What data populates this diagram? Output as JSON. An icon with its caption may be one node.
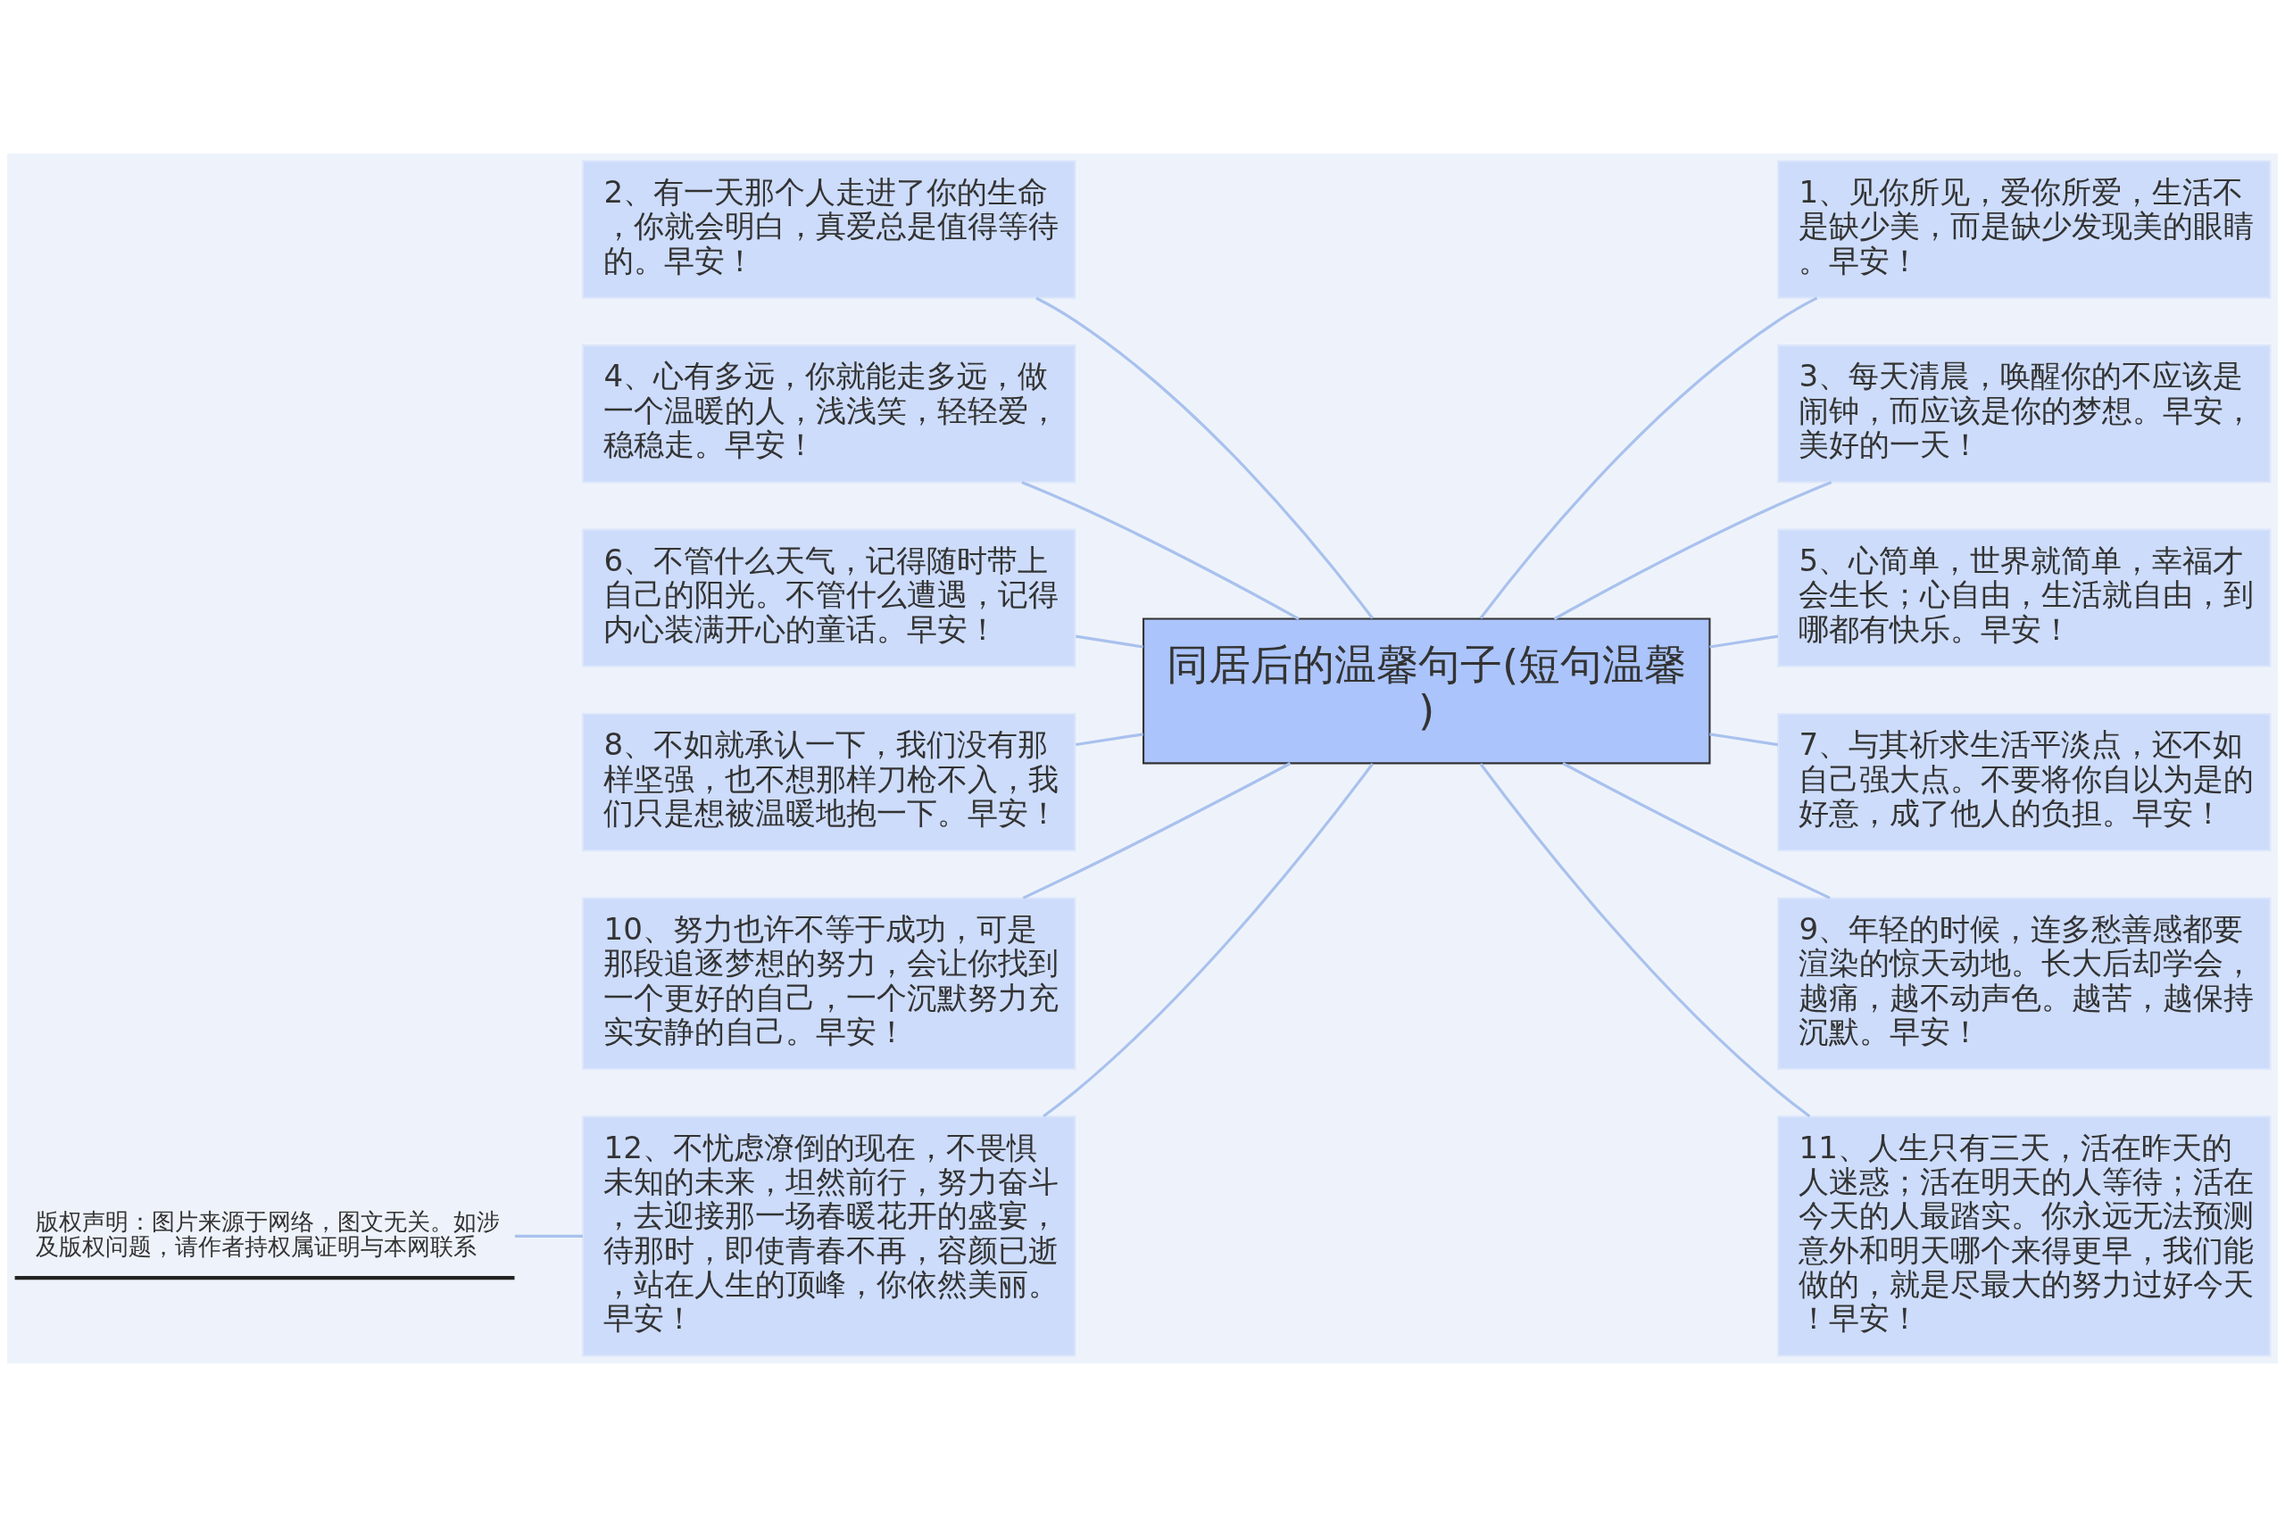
{
  "diagram": {
    "nodes": [
      {
        "text": [
          "同居后的温馨句子(短句温馨)"
        ]
      },
      {
        "text": [
          "2、有一天那个人走进了你的生命，你就会明白，真爱总是值得等待的。早安！"
        ]
      },
      {
        "text": [
          "4、心有多远，你就能走多远，做一个温暖的人，浅浅笑，轻轻爱，稳稳走。早安！"
        ]
      },
      {
        "text": [
          "6、不管什么天气，记得随时带上自己的阳光。不管什么遭遇，记得内心装满开心的童话。早安！"
        ]
      },
      {
        "text": [
          "8、不如就承认一下，我们没有那样坚强，也不想那样刀枪不入，我们只是想被温暖地抱一下。早安！"
        ]
      },
      {
        "text": [
          "10、努力也许不等于成功，可是那段追逐梦想的努力，会让你找到一个更好的自己，一个沉默努力充实安静的自己。早安！"
        ]
      },
      {
        "text": [
          "12、不忧虑潦倒的现在，不畏惧未知的未来，坦然前行，努力奋斗，去迎接那一场春暖花开的盛宴，待那时，即使青春不再，容颜已逝，站在人生的顶峰，你依然美丽。早安！"
        ]
      },
      {
        "text": [
          "1、见你所见，爱你所爱，生活不是缺少美，而是缺少发现美的眼睛。早安！"
        ]
      },
      {
        "text": [
          "3、每天清晨，唤醒你的不应该是闹钟，而应该是你的梦想。早安，美好的一天！"
        ]
      },
      {
        "text": [
          "5、心简单，世界就简单，幸福才会生长；心自由，生活就自由，到哪都有快乐。早安！"
        ]
      },
      {
        "text": [
          "7、与其祈求生活平淡点，还不如自己强大点。不要将你自以为是的好意，成了他人的负担。早安！"
        ]
      },
      {
        "text": [
          "9、年轻的时候，连多愁善感都要渲染的惊天动地。长大后却学会，越痛，越不动声色。越苦，越保持沉默。早安！"
        ]
      },
      {
        "text": [
          "11、人生只有三天，活在昨天的人迷惑；活在明天的人等待；活在今天的人最踏实。你永远无法预测意外和明天哪个来得更早，我们能做的，就是尽最大的努力过好今天！早安！"
        ]
      },
      {
        "text": [
          "版权声明：图片来源于网络，图文无关。如涉及版权问题，请作者持权属证明与本网联系"
        ]
      }
    ],
    "edges": [
      {
        "from": 0,
        "to": 1,
        "arrow": "none"
      },
      {
        "from": 0,
        "to": 2,
        "arrow": "none"
      },
      {
        "from": 0,
        "to": 3,
        "arrow": "none"
      },
      {
        "from": 0,
        "to": 4,
        "arrow": "none"
      },
      {
        "from": 0,
        "to": 5,
        "arrow": "none"
      },
      {
        "from": 0,
        "to": 6,
        "arrow": "none"
      },
      {
        "from": 0,
        "to": 7,
        "arrow": "none"
      },
      {
        "from": 0,
        "to": 8,
        "arrow": "none"
      },
      {
        "from": 0,
        "to": 9,
        "arrow": "none"
      },
      {
        "from": 0,
        "to": 10,
        "arrow": "none"
      },
      {
        "from": 0,
        "to": 11,
        "arrow": "none"
      },
      {
        "from": 0,
        "to": 12,
        "arrow": "none"
      },
      {
        "from": 13,
        "to": 6,
        "arrow": "none"
      }
    ]
  }
}
